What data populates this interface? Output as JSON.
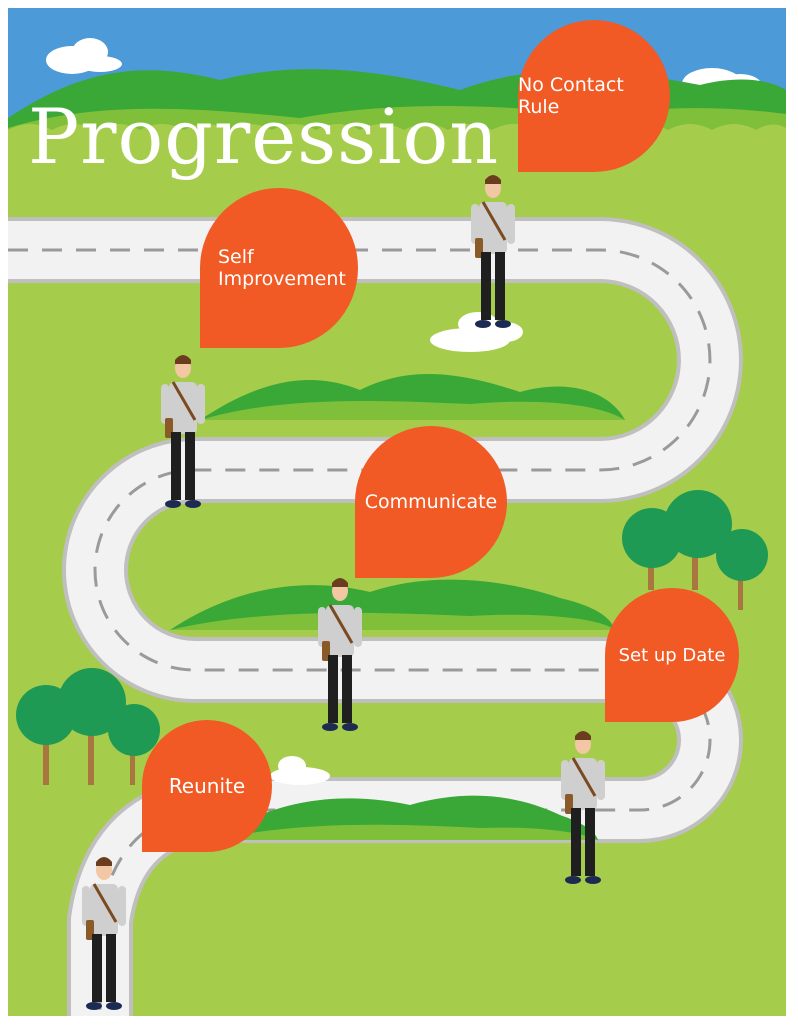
{
  "title": "Progression",
  "steps": [
    {
      "label": "No Contact Rule"
    },
    {
      "label": "Self Improvement",
      "lines": [
        "Self",
        "Improvement"
      ]
    },
    {
      "label": "Communicate"
    },
    {
      "label": "Set up Date"
    },
    {
      "label": "Reunite"
    }
  ],
  "colors": {
    "bubble": "#f15a24",
    "grass": "#a6cc4c",
    "road": "#f2f2f2",
    "sky": "#4d9ad8"
  },
  "icons": [
    "cloud-icon",
    "hill-icon",
    "tree-icon",
    "person-icon"
  ]
}
